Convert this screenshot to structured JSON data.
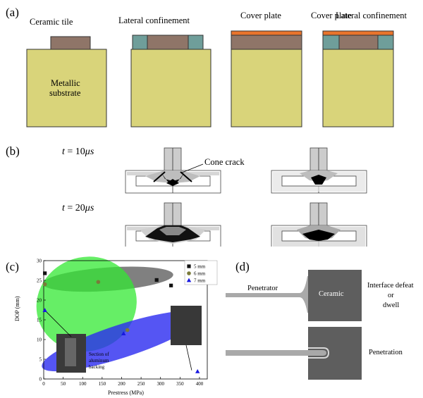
{
  "panel_a": {
    "letter": "(a)",
    "labels": {
      "ceramic_tile": "Ceramic tile",
      "lateral_confinement_1": "Lateral confinement",
      "cover_plate_1": "Cover plate",
      "cover_plate_2": "Cover plate",
      "lateral_confinement_2": "Lateral confinement",
      "substrate_line1": "Metallic",
      "substrate_line2": "substrate"
    },
    "colors": {
      "substrate": "#d9d47a",
      "ceramic": "#8f7568",
      "confinement": "#6f9e9a",
      "cover": "#e8742c"
    }
  },
  "panel_b": {
    "letter": "(b)",
    "time1_t": "t",
    "time1_rest": " = 10",
    "time1_unit": "μs",
    "time2_t": "t",
    "time2_rest": " = 20",
    "time2_unit": "μs",
    "cone_crack": "Cone crack"
  },
  "panel_c": {
    "letter": "(c)",
    "chart_data": {
      "type": "scatter",
      "xlabel": "Prestress (MPa)",
      "ylabel": "DOP (mm)",
      "xlim": [
        0,
        420
      ],
      "ylim": [
        0,
        30
      ],
      "xticks": [
        0,
        50,
        100,
        150,
        200,
        250,
        300,
        350,
        400
      ],
      "yticks": [
        0,
        5,
        10,
        15,
        20,
        25,
        30
      ],
      "legend_position": "top-right",
      "series": [
        {
          "name": "5 mm",
          "marker": "square",
          "color": "#111111",
          "points": [
            [
              3,
              26.8
            ],
            [
              290,
              25.1
            ],
            [
              327,
              23.7
            ]
          ]
        },
        {
          "name": "6 mm",
          "marker": "circle",
          "color": "#7a7a3a",
          "points": [
            [
              3,
              24.0
            ],
            [
              140,
              24.6
            ],
            [
              215,
              12.4
            ]
          ]
        },
        {
          "name": "7 mm",
          "marker": "triangle",
          "color": "#1818e0",
          "points": [
            [
              3,
              17.4
            ],
            [
              205,
              11.5
            ],
            [
              395,
              1.9
            ]
          ]
        }
      ],
      "annotations": {
        "section_line1": "Section of",
        "section_line2": "aluminum",
        "section_line3": "backing"
      }
    }
  },
  "panel_d": {
    "letter": "(d)",
    "penetrator": "Penetrator",
    "ceramic": "Ceramic",
    "interface_line1": "Interface defeat",
    "interface_line2": "or",
    "interface_line3": "dwell",
    "penetration": "Penetration"
  }
}
